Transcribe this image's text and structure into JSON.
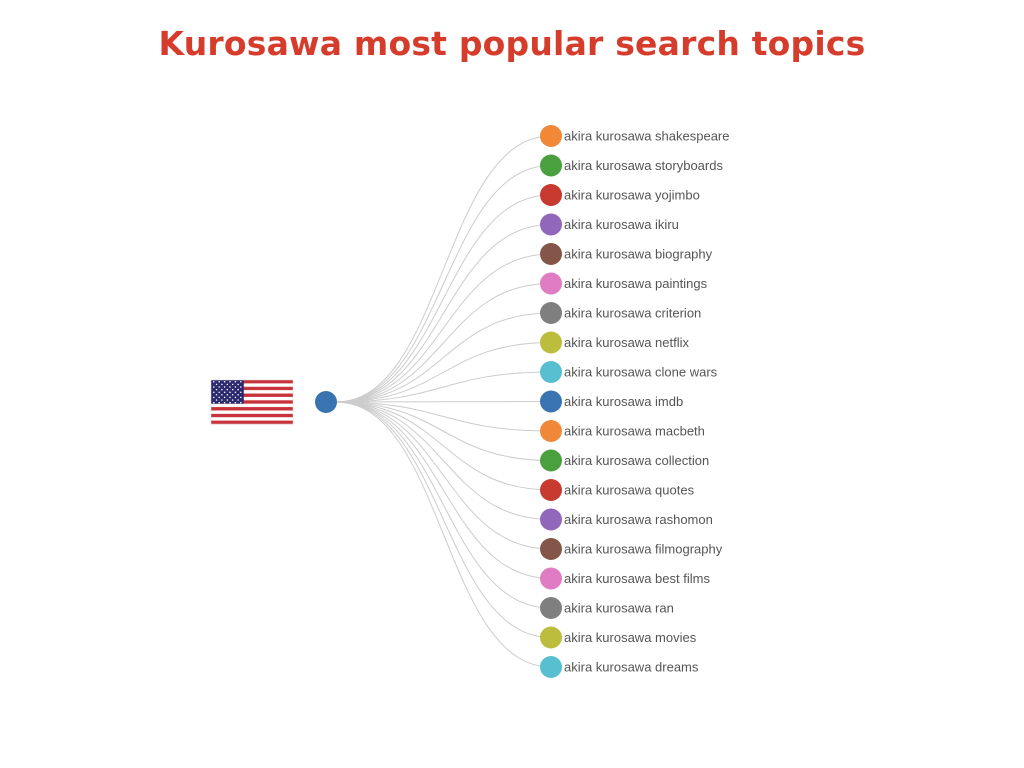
{
  "title": "Kurosawa most popular search topics",
  "title_color": "#d63c2b",
  "link_color": "#cccccc",
  "label_color": "#555555",
  "root": {
    "icon": "us-flag-icon",
    "color": "#3a74b0"
  },
  "topics": [
    {
      "label": "akira kurosawa shakespeare",
      "color": "#f0883a"
    },
    {
      "label": "akira kurosawa storyboards",
      "color": "#4aa03f"
    },
    {
      "label": "akira kurosawa yojimbo",
      "color": "#c83a30"
    },
    {
      "label": "akira kurosawa ikiru",
      "color": "#9067bb"
    },
    {
      "label": "akira kurosawa biography",
      "color": "#84564a"
    },
    {
      "label": "akira kurosawa paintings",
      "color": "#df7cc4"
    },
    {
      "label": "akira kurosawa criterion",
      "color": "#7f7f7f"
    },
    {
      "label": "akira kurosawa netflix",
      "color": "#bcbd3c"
    },
    {
      "label": "akira kurosawa clone wars",
      "color": "#57bfd0"
    },
    {
      "label": "akira kurosawa imdb",
      "color": "#3a74b0"
    },
    {
      "label": "akira kurosawa macbeth",
      "color": "#f0883a"
    },
    {
      "label": "akira kurosawa collection",
      "color": "#4aa03f"
    },
    {
      "label": "akira kurosawa quotes",
      "color": "#c83a30"
    },
    {
      "label": "akira kurosawa rashomon",
      "color": "#9067bb"
    },
    {
      "label": "akira kurosawa filmography",
      "color": "#84564a"
    },
    {
      "label": "akira kurosawa best films",
      "color": "#df7cc4"
    },
    {
      "label": "akira kurosawa ran",
      "color": "#7f7f7f"
    },
    {
      "label": "akira kurosawa movies",
      "color": "#bcbd3c"
    },
    {
      "label": "akira kurosawa dreams",
      "color": "#57bfd0"
    }
  ]
}
